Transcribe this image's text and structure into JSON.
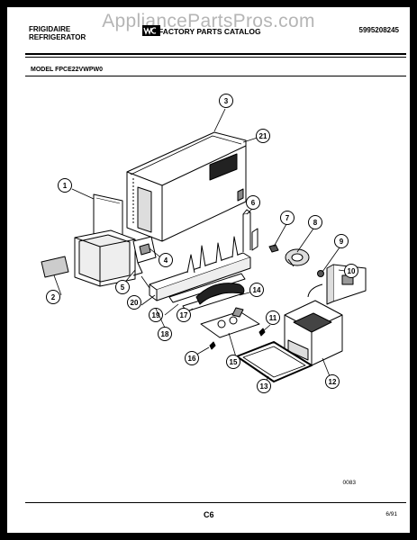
{
  "header": {
    "watermark": "AppliancePartsPros.com",
    "brand_line1": "FRIGIDAIRE",
    "brand_line2": "REFRIGERATOR",
    "catalog_title": "FACTORY PARTS CATALOG",
    "part_number": "5995208245"
  },
  "model_label": "MODEL FPCE22VWPW0",
  "callouts": [
    "1",
    "2",
    "3",
    "4",
    "5",
    "6",
    "7",
    "8",
    "9",
    "10",
    "11",
    "12",
    "13",
    "14",
    "15",
    "16",
    "17",
    "18",
    "19",
    "20",
    "21"
  ],
  "footer": {
    "drawing_code": "0083",
    "page_code": "C6",
    "date": "6/91"
  }
}
